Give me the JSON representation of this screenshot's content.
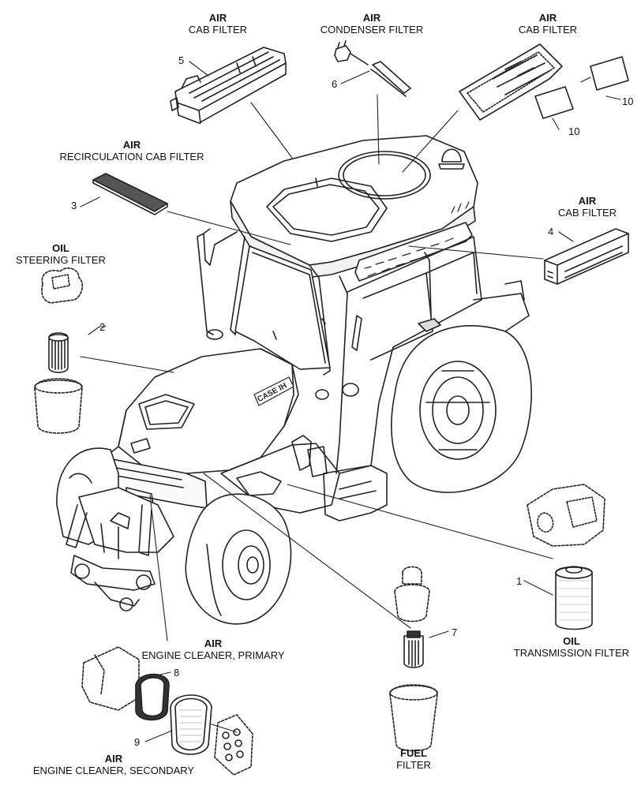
{
  "labels": {
    "air_cab_filter_5": {
      "title": "AIR",
      "subtitle": "CAB FILTER"
    },
    "air_condenser_filter": {
      "title": "AIR",
      "subtitle": "CONDENSER FILTER"
    },
    "air_cab_filter_10": {
      "title": "AIR",
      "subtitle": "CAB FILTER"
    },
    "air_recirculation": {
      "title": "AIR",
      "subtitle": "RECIRCULATION CAB FILTER"
    },
    "air_cab_filter_4": {
      "title": "AIR",
      "subtitle": "CAB FILTER"
    },
    "oil_steering": {
      "title": "OIL",
      "subtitle": "STEERING FILTER"
    },
    "oil_transmission": {
      "title": "OIL",
      "subtitle": "TRANSMISSION FILTER"
    },
    "air_engine_primary": {
      "title": "AIR",
      "subtitle": "ENGINE CLEANER, PRIMARY"
    },
    "air_engine_secondary": {
      "title": "AIR",
      "subtitle": "ENGINE CLEANER, SECONDARY"
    },
    "fuel_filter": {
      "title": "FUEL",
      "subtitle": "FILTER"
    }
  },
  "callouts": {
    "n1": "1",
    "n2": "2",
    "n3": "3",
    "n4": "4",
    "n5": "5",
    "n6": "6",
    "n7": "7",
    "n8": "8",
    "n9": "9",
    "n10a": "10",
    "n10b": "10"
  },
  "hood_brand": "CASE IH"
}
